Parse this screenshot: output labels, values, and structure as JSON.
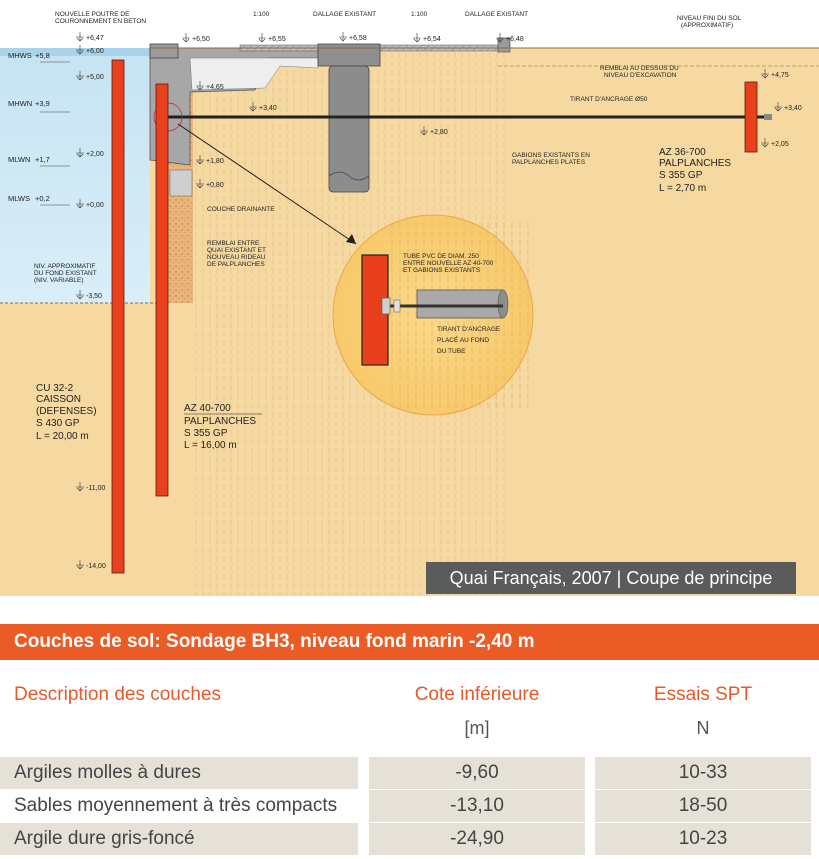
{
  "drawing": {
    "scale_left": "1:100",
    "scale_right": "1:100",
    "labels": {
      "nouvelle_poutre": [
        "NOUVELLE POUTRE DE",
        "COURONNEMENT EN BETON"
      ],
      "dallage_1": "DALLAGE EXISTANT",
      "dallage_2": "DALLAGE EXISTANT",
      "niveau_fini": [
        "NIVEAU FINI DU SOL",
        "(APPROXIMATIF)"
      ],
      "remblai_dessus": [
        "REMBLAI AU DESSUS DU",
        "NIVEAU D'EXCAVATION"
      ],
      "tirant": "TIRANT D'ANCRAGE Ø50",
      "gabions": [
        "GABIONS EXISTANTS EN",
        "PALPLANCHES PLATES"
      ],
      "couche_drainante": "COUCHE DRAINANTE",
      "remblai_entre": [
        "REMBLAI ENTRE",
        "QUAI EXISTANT ET",
        "NOUVEAU RIDEAU",
        "DE PALPLANCHES"
      ],
      "niv_fond": [
        "NIV. APPROXIMATIF",
        "DU FOND EXISTANT",
        "(NIV. VARIABLE)"
      ],
      "tube_pvc": [
        "TUBE PVC DE DIAM. 250",
        "ENTRE NOUVELLE AZ 40-700",
        "ET GABIONS EXISTANTS"
      ],
      "tirant_place": [
        "TIRANT D'ANCRAGE",
        "PLACÉ AU FOND",
        "DU TUBE"
      ]
    },
    "water_levels": [
      {
        "name": "MHWS",
        "value": "+5,8"
      },
      {
        "name": "MHWN",
        "value": "+3,9"
      },
      {
        "name": "MLWN",
        "value": "+1,7"
      },
      {
        "name": "MLWS",
        "value": "+0,2"
      }
    ],
    "elevations": {
      "e647": "+6,47",
      "e600": "+6,00",
      "e500": "+5,00",
      "e650": "+6,50",
      "e655": "+6,55",
      "e658": "+6,58",
      "e654": "+6,54",
      "e648": "+6,48",
      "e465": "+4,65",
      "e340": "+3,40",
      "e280": "+2,80",
      "e200": "+2,00",
      "e180": "+1,80",
      "e080": "+0,80",
      "e000": "+0,00",
      "e350": "-3,50",
      "e1100": "-11,00",
      "e1400": "-14,00",
      "e475": "+4,75",
      "e340r": "+3,40",
      "e205": "+2,05"
    },
    "piles": {
      "caisson": [
        "CU 32-2",
        "CAISSON",
        "(DEFENSES)",
        "S 430 GP",
        "L = 20,00 m"
      ],
      "az40": [
        "AZ 40-700",
        "PALPLANCHES",
        "S 355 GP",
        "L = 16,00 m"
      ],
      "az36": [
        "AZ 36-700",
        "PALPLANCHES",
        "S 355 GP",
        "L = 2,70 m"
      ]
    },
    "caption": "Quai Français, 2007 | Coupe de principe"
  },
  "table": {
    "title": "Couches de sol: Sondage BH3, niveau fond marin -2,40 m",
    "headers": [
      "Description des couches",
      "Cote inférieure",
      "Essais SPT"
    ],
    "units": [
      "",
      "[m]",
      "N"
    ],
    "rows": [
      [
        "Argiles molles à dures",
        "-9,60",
        "10-33"
      ],
      [
        "Sables moyennement à très compacts",
        "-13,10",
        "18-50"
      ],
      [
        "Argile dure gris-foncé",
        "-24,90",
        "10-23"
      ]
    ]
  },
  "colors": {
    "accent": "#ea5b25",
    "pile": "#e8401c",
    "soil": "#f6d9a1",
    "water": "#cbe6f3",
    "caption_bg": "#5b5b5b",
    "row_bg": "#e6e1d6"
  }
}
